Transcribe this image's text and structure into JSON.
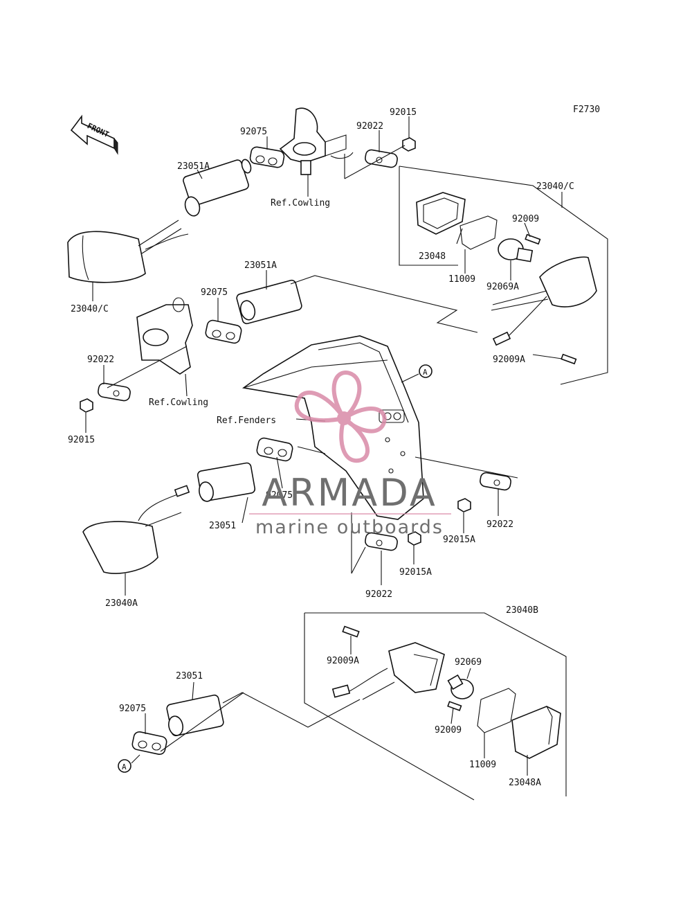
{
  "figure_code": "F2730",
  "front_label": "FRONT",
  "callout_a": "A",
  "watermark": {
    "brand": "ARMADA",
    "tagline": "marine outboards",
    "colors": {
      "logo": "#d98aa8",
      "text": "#6f6f6f"
    }
  },
  "labels": {
    "p92015_top": "92015",
    "p92022_top": "92022",
    "p92075_top": "92075",
    "p23051A_top": "23051A",
    "ref_cowling_top": "Ref.Cowling",
    "p23040C_left": "23040/C",
    "p23040C_right": "23040/C",
    "p92009_right": "92009",
    "p23048_right": "23048",
    "p11009_right": "11009",
    "p92069A_right": "92069A",
    "p92009A_right": "92009A",
    "p23051A_mid": "23051A",
    "p92075_mid": "92075",
    "p92022_mid": "92022",
    "ref_cowling_mid": "Ref.Cowling",
    "p92015_mid": "92015",
    "ref_fenders": "Ref.Fenders",
    "p92075_center": "92075",
    "p23051_center": "23051",
    "p92015A_right": "92015A",
    "p92022_right": "92022",
    "p92015A_bottom": "92015A",
    "p92022_bottom": "92022",
    "p23040A": "23040A",
    "p23040B": "23040B",
    "p92009A_bottom": "92009A",
    "p92069_bottom": "92069",
    "p23051_bottom": "23051",
    "p92075_bottom": "92075",
    "p92009_bottom": "92009",
    "p11009_bottom": "11009",
    "p23048A": "23048A"
  }
}
